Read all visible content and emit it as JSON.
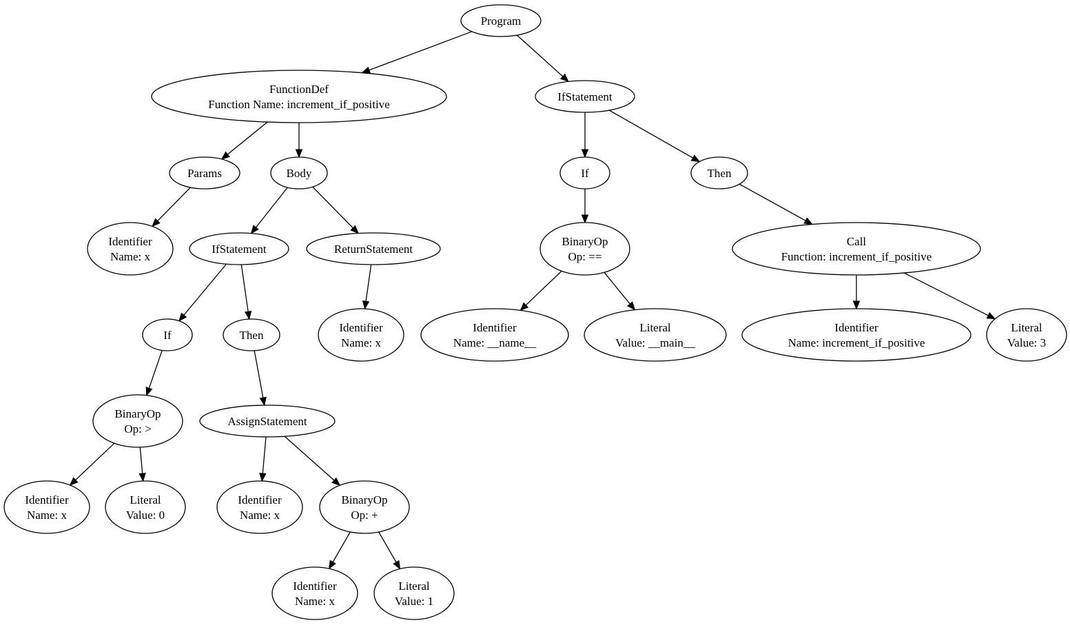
{
  "diagram": {
    "title": "AST",
    "nodes": [
      {
        "id": "program",
        "lines": [
          "Program"
        ]
      },
      {
        "id": "funcdef",
        "lines": [
          "FunctionDef",
          "Function Name: increment_if_positive"
        ]
      },
      {
        "id": "ifstmt_top",
        "lines": [
          "IfStatement"
        ]
      },
      {
        "id": "params",
        "lines": [
          "Params"
        ]
      },
      {
        "id": "body",
        "lines": [
          "Body"
        ]
      },
      {
        "id": "param_x",
        "lines": [
          "Identifier",
          "Name: x"
        ]
      },
      {
        "id": "ifstmt_inner",
        "lines": [
          "IfStatement"
        ]
      },
      {
        "id": "return",
        "lines": [
          "ReturnStatement"
        ]
      },
      {
        "id": "return_x",
        "lines": [
          "Identifier",
          "Name: x"
        ]
      },
      {
        "id": "if_inner",
        "lines": [
          "If"
        ]
      },
      {
        "id": "then_inner",
        "lines": [
          "Then"
        ]
      },
      {
        "id": "binop_gt",
        "lines": [
          "BinaryOp",
          "Op: >"
        ]
      },
      {
        "id": "gt_x",
        "lines": [
          "Identifier",
          "Name: x"
        ]
      },
      {
        "id": "gt_0",
        "lines": [
          "Literal",
          "Value: 0"
        ]
      },
      {
        "id": "assign",
        "lines": [
          "AssignStatement"
        ]
      },
      {
        "id": "assign_x",
        "lines": [
          "Identifier",
          "Name: x"
        ]
      },
      {
        "id": "binop_plus",
        "lines": [
          "BinaryOp",
          "Op: +"
        ]
      },
      {
        "id": "plus_x",
        "lines": [
          "Identifier",
          "Name: x"
        ]
      },
      {
        "id": "plus_1",
        "lines": [
          "Literal",
          "Value: 1"
        ]
      },
      {
        "id": "if_top",
        "lines": [
          "If"
        ]
      },
      {
        "id": "then_top",
        "lines": [
          "Then"
        ]
      },
      {
        "id": "binop_eq",
        "lines": [
          "BinaryOp",
          "Op: =="
        ]
      },
      {
        "id": "eq_name",
        "lines": [
          "Identifier",
          "Name: __name__"
        ]
      },
      {
        "id": "eq_main",
        "lines": [
          "Literal",
          "Value: __main__"
        ]
      },
      {
        "id": "call",
        "lines": [
          "Call",
          "Function: increment_if_positive"
        ]
      },
      {
        "id": "call_id",
        "lines": [
          "Identifier",
          "Name: increment_if_positive"
        ]
      },
      {
        "id": "call_arg",
        "lines": [
          "Literal",
          "Value: 3"
        ]
      }
    ],
    "edges": [
      [
        "program",
        "funcdef"
      ],
      [
        "program",
        "ifstmt_top"
      ],
      [
        "funcdef",
        "params"
      ],
      [
        "funcdef",
        "body"
      ],
      [
        "params",
        "param_x"
      ],
      [
        "body",
        "ifstmt_inner"
      ],
      [
        "body",
        "return"
      ],
      [
        "return",
        "return_x"
      ],
      [
        "ifstmt_inner",
        "if_inner"
      ],
      [
        "ifstmt_inner",
        "then_inner"
      ],
      [
        "if_inner",
        "binop_gt"
      ],
      [
        "binop_gt",
        "gt_x"
      ],
      [
        "binop_gt",
        "gt_0"
      ],
      [
        "then_inner",
        "assign"
      ],
      [
        "assign",
        "assign_x"
      ],
      [
        "assign",
        "binop_plus"
      ],
      [
        "binop_plus",
        "plus_x"
      ],
      [
        "binop_plus",
        "plus_1"
      ],
      [
        "ifstmt_top",
        "if_top"
      ],
      [
        "ifstmt_top",
        "then_top"
      ],
      [
        "if_top",
        "binop_eq"
      ],
      [
        "binop_eq",
        "eq_name"
      ],
      [
        "binop_eq",
        "eq_main"
      ],
      [
        "then_top",
        "call"
      ],
      [
        "call",
        "call_id"
      ],
      [
        "call",
        "call_arg"
      ]
    ]
  }
}
